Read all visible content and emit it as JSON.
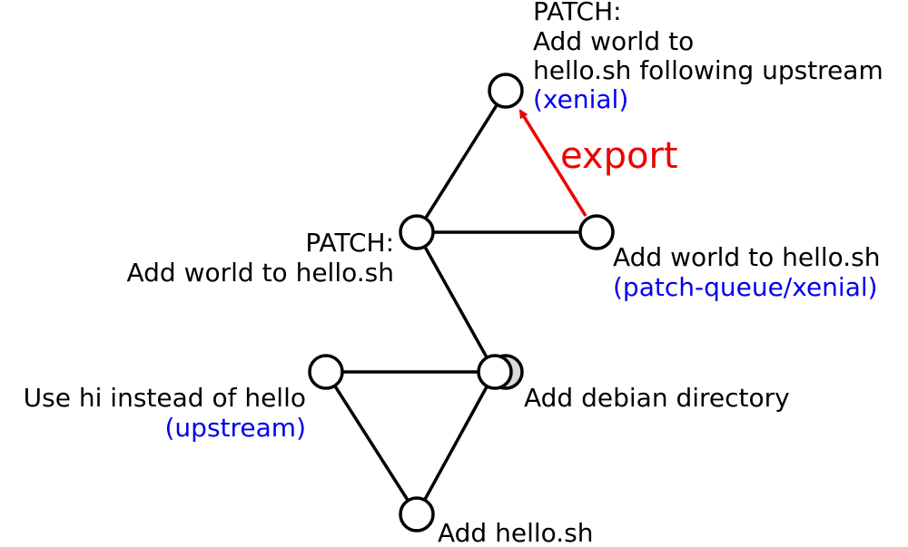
{
  "commits": {
    "patch_top": {
      "lines": [
        "PATCH:",
        "Add world to",
        "hello.sh following upstream"
      ],
      "ref": "(xenial)"
    },
    "patch_mid": {
      "lines": [
        "PATCH:",
        "Add world to hello.sh"
      ]
    },
    "pq": {
      "lines": [
        "Add world to hello.sh"
      ],
      "ref": "(patch-queue/xenial)"
    },
    "debian": {
      "lines": [
        "Add debian directory"
      ]
    },
    "upstream": {
      "lines": [
        "Use hi instead of hello"
      ],
      "ref": "(upstream)"
    },
    "base": {
      "lines": [
        "Add hello.sh"
      ]
    }
  },
  "export_label": "export",
  "colors": {
    "edge": "#000000",
    "ref": "#0000ee",
    "export": "#ee0000",
    "ghost_node": "#d9d9d9"
  }
}
